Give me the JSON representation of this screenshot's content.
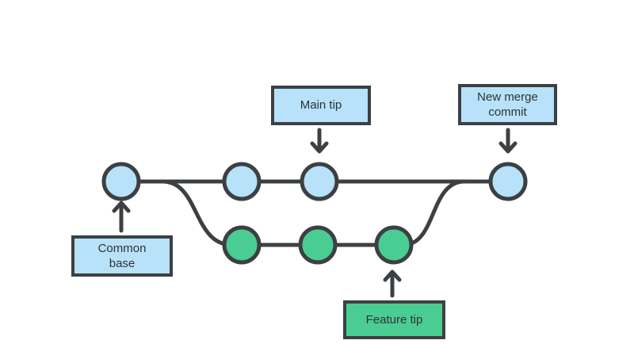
{
  "diagram": {
    "type": "git-branch-merge-diagram",
    "background": "#ffffff",
    "colors": {
      "stroke": "#3d4043",
      "text": "#2e3236",
      "main_commit_fill": "#b7e2fa",
      "feature_commit_fill": "#4acd92",
      "label_blue_bg": "#b7e2fa",
      "label_green_bg": "#4acd92"
    },
    "labels": {
      "main_tip": "Main tip",
      "new_merge_commit": "New merge commit",
      "common_base": "Common base",
      "feature_tip": "Feature tip"
    },
    "branches": {
      "main": {
        "commit_count": 4,
        "fill": "#b7e2fa"
      },
      "feature": {
        "commit_count": 3,
        "fill": "#4acd92"
      }
    }
  }
}
